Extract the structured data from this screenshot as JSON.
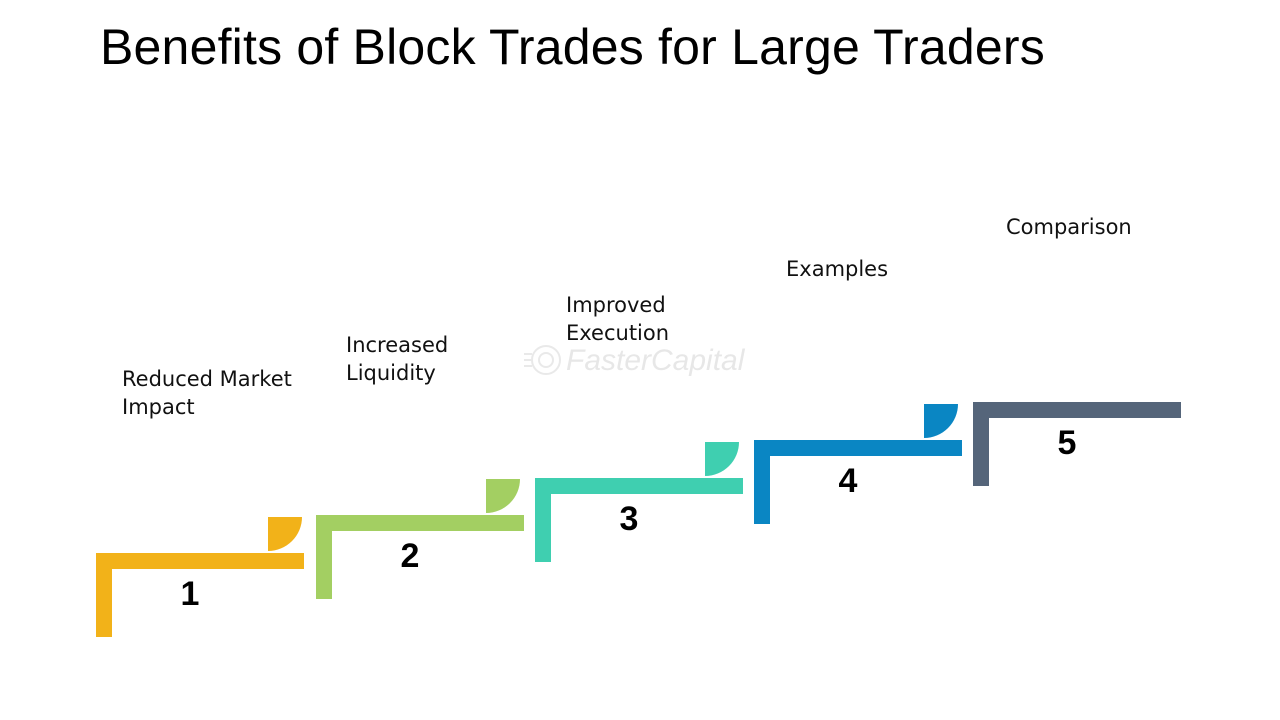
{
  "title": "Benefits of Block Trades for Large Traders",
  "watermark": {
    "text": "FasterCapital"
  },
  "steps": [
    {
      "number": "1",
      "label": "Reduced Market\nImpact",
      "color": "#F2B219"
    },
    {
      "number": "2",
      "label": "Increased\nLiquidity",
      "color": "#A3CF62"
    },
    {
      "number": "3",
      "label": "Improved\nExecution",
      "color": "#3FCFB0"
    },
    {
      "number": "4",
      "label": "Examples",
      "color": "#0A86C3"
    },
    {
      "number": "5",
      "label": "Comparison",
      "color": "#55657A"
    }
  ]
}
